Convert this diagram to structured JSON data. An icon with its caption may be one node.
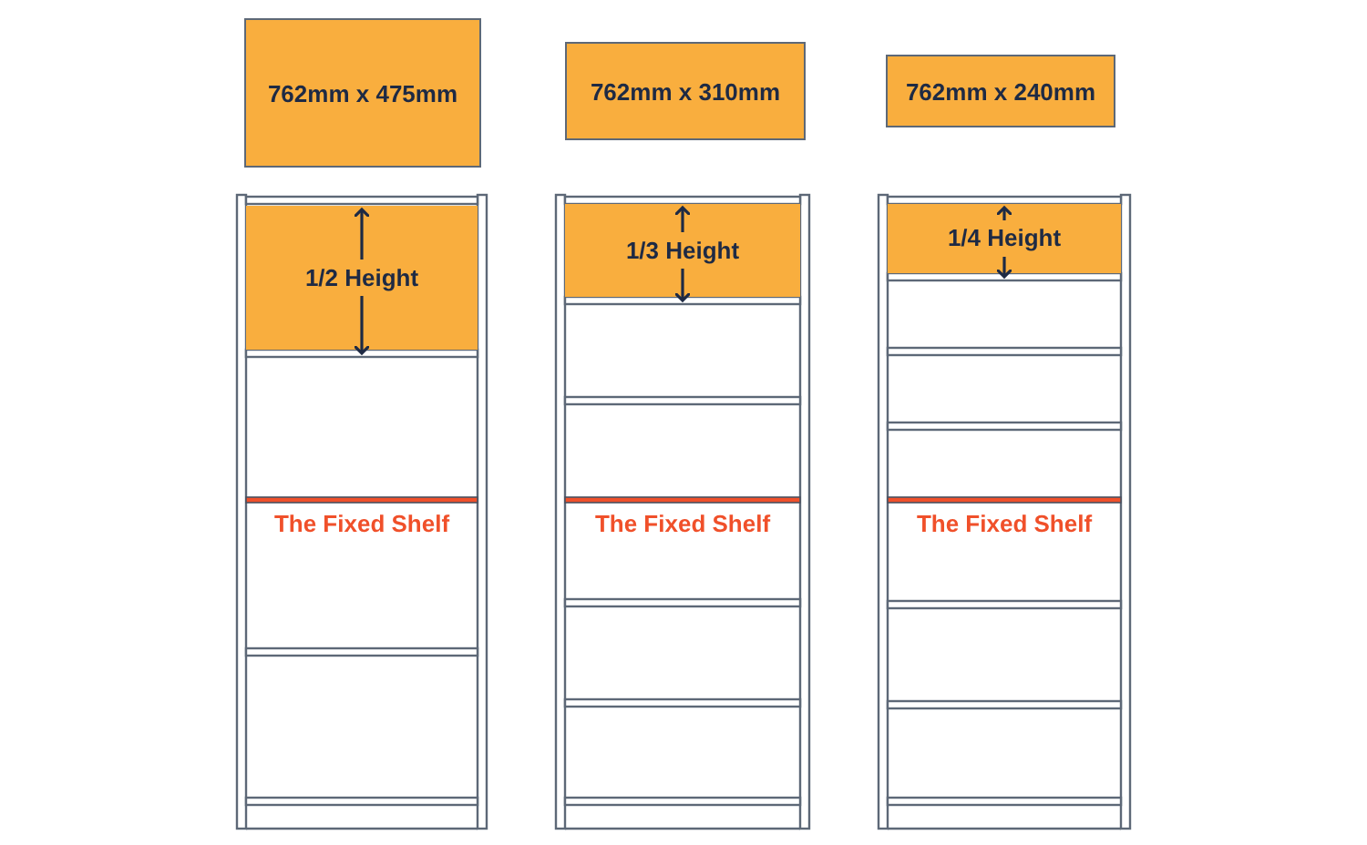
{
  "diagram": {
    "nodes": [
      {
        "text": [
          "762mm x 475mm"
        ]
      },
      {
        "text": [
          "762mm x 310mm"
        ]
      },
      {
        "text": [
          "762mm x 240mm"
        ]
      },
      {
        "text": [
          "1/2 Height"
        ]
      },
      {
        "text": [
          "1/3 Height"
        ]
      },
      {
        "text": [
          "1/4 Height"
        ]
      }
    ],
    "labels": [
      "The Fixed Shelf",
      "The Fixed Shelf",
      "The Fixed Shelf"
    ]
  }
}
